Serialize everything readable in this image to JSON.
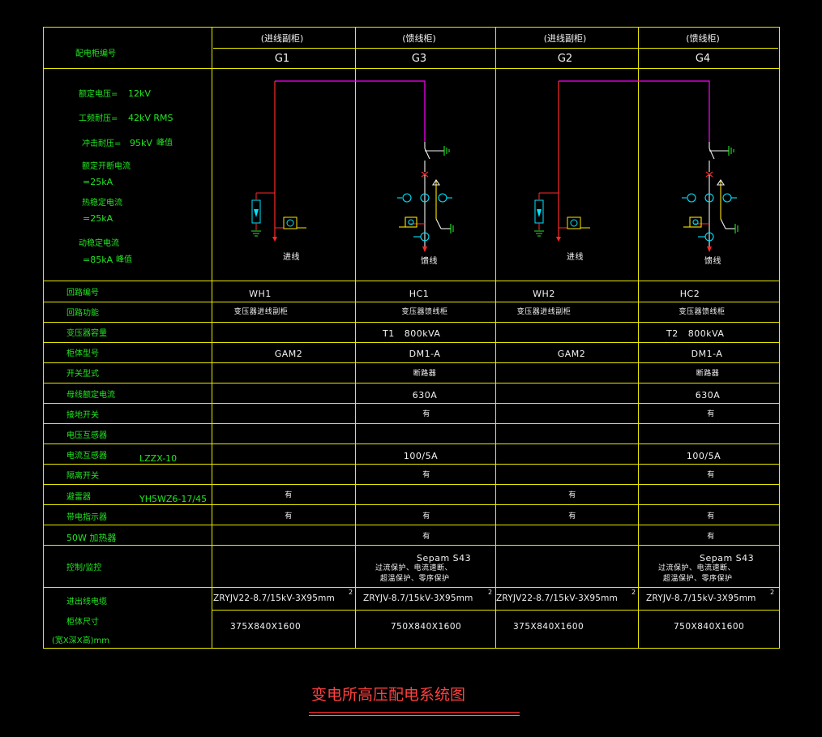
{
  "header": {
    "row_label": "配电柜编号",
    "columns": [
      {
        "type": "(进线副柜)",
        "code": "G1"
      },
      {
        "type": "(馈线柜)",
        "code": "G3"
      },
      {
        "type": "(进线副柜)",
        "code": "G2"
      },
      {
        "type": "(馈线柜)",
        "code": "G4"
      }
    ]
  },
  "ratings": {
    "rated_voltage_label": "额定电压=",
    "rated_voltage_value": "12kV",
    "power_freq_label": "工频耐压=",
    "power_freq_value": "42kV RMS",
    "impulse_label": "冲击耐压=",
    "impulse_value": "95kV",
    "impulse_suffix": "峰值",
    "breaking_label": "额定开断电流",
    "breaking_value": "=25kA",
    "short_time_label": "热稳定电流",
    "short_time_value": "=25kA",
    "dynamic_label": "动稳定电流",
    "dynamic_value": "=85kA",
    "dynamic_suffix": "峰值"
  },
  "diagram_labels": {
    "g1": "进线",
    "g3": "馈线",
    "g2": "进线",
    "g4": "馈线"
  },
  "rows": [
    {
      "label": "回路编号",
      "c1": "WH1",
      "c2": "HC1",
      "c3": "WH2",
      "c4": "HC2"
    },
    {
      "label": "回路功能",
      "c1": "变压器进线副柜",
      "c2": "变压器馈线柜",
      "c3": "变压器进线副柜",
      "c4": "变压器馈线柜"
    },
    {
      "label": "变压器容量",
      "c2": "T1   800kVA",
      "c4": "T2   800kVA"
    },
    {
      "label": "柜体型号",
      "c1": "GAM2",
      "c2": "DM1-A",
      "c3": "GAM2",
      "c4": "DM1-A"
    },
    {
      "label": "开关型式",
      "c2": "断路器",
      "c4": "断路器"
    },
    {
      "label": "母线额定电流",
      "c2": "630A",
      "c4": "630A"
    },
    {
      "label": "接地开关",
      "c2": "有",
      "c4": "有"
    },
    {
      "label": "电压互感器"
    },
    {
      "label": "电流互感器",
      "model": "LZZX-10",
      "c2": "100/5A",
      "c4": "100/5A"
    },
    {
      "label": "隔离开关",
      "c2": "有",
      "c4": "有"
    },
    {
      "label": "避雷器",
      "model": "YH5WZ6-17/45",
      "c1": "有",
      "c3": "有"
    },
    {
      "label": "带电指示器",
      "c1": "有",
      "c2": "有",
      "c3": "有",
      "c4": "有"
    },
    {
      "label": "50W 加热器",
      "c2": "有",
      "c4": "有"
    }
  ],
  "control": {
    "label": "控制/监控",
    "c2_title": "Sepam S43",
    "c2_line1": "过流保护、电流速断、",
    "c2_line2": "超温保护、零序保护",
    "c4_title": "Sepam S43",
    "c4_line1": "过流保护、电流速断、",
    "c4_line2": "超温保护、零序保护"
  },
  "cable": {
    "label": "进出线电缆",
    "c1": "ZRYJV22-8.7/15kV-3X95mm",
    "c2": "ZRYJV-8.7/15kV-3X95mm",
    "c3": "ZRYJV22-8.7/15kV-3X95mm",
    "c4": "ZRYJV-8.7/15kV-3X95mm",
    "sup": "2"
  },
  "dimensions": {
    "label": "柜体尺寸",
    "unit_label": "(宽X深X高)mm",
    "c1": "375X840X1600",
    "c2": "750X840X1600",
    "c3": "375X840X1600",
    "c4": "750X840X1600"
  },
  "title": "变电所高压配电系统图",
  "colors": {
    "grid": "#e8e800",
    "label_green": "#22e622",
    "busbar": "#ff00ff",
    "circuit_red": "#ff2a2a",
    "cyan": "#00e5ff",
    "title_red": "#ff4040"
  }
}
